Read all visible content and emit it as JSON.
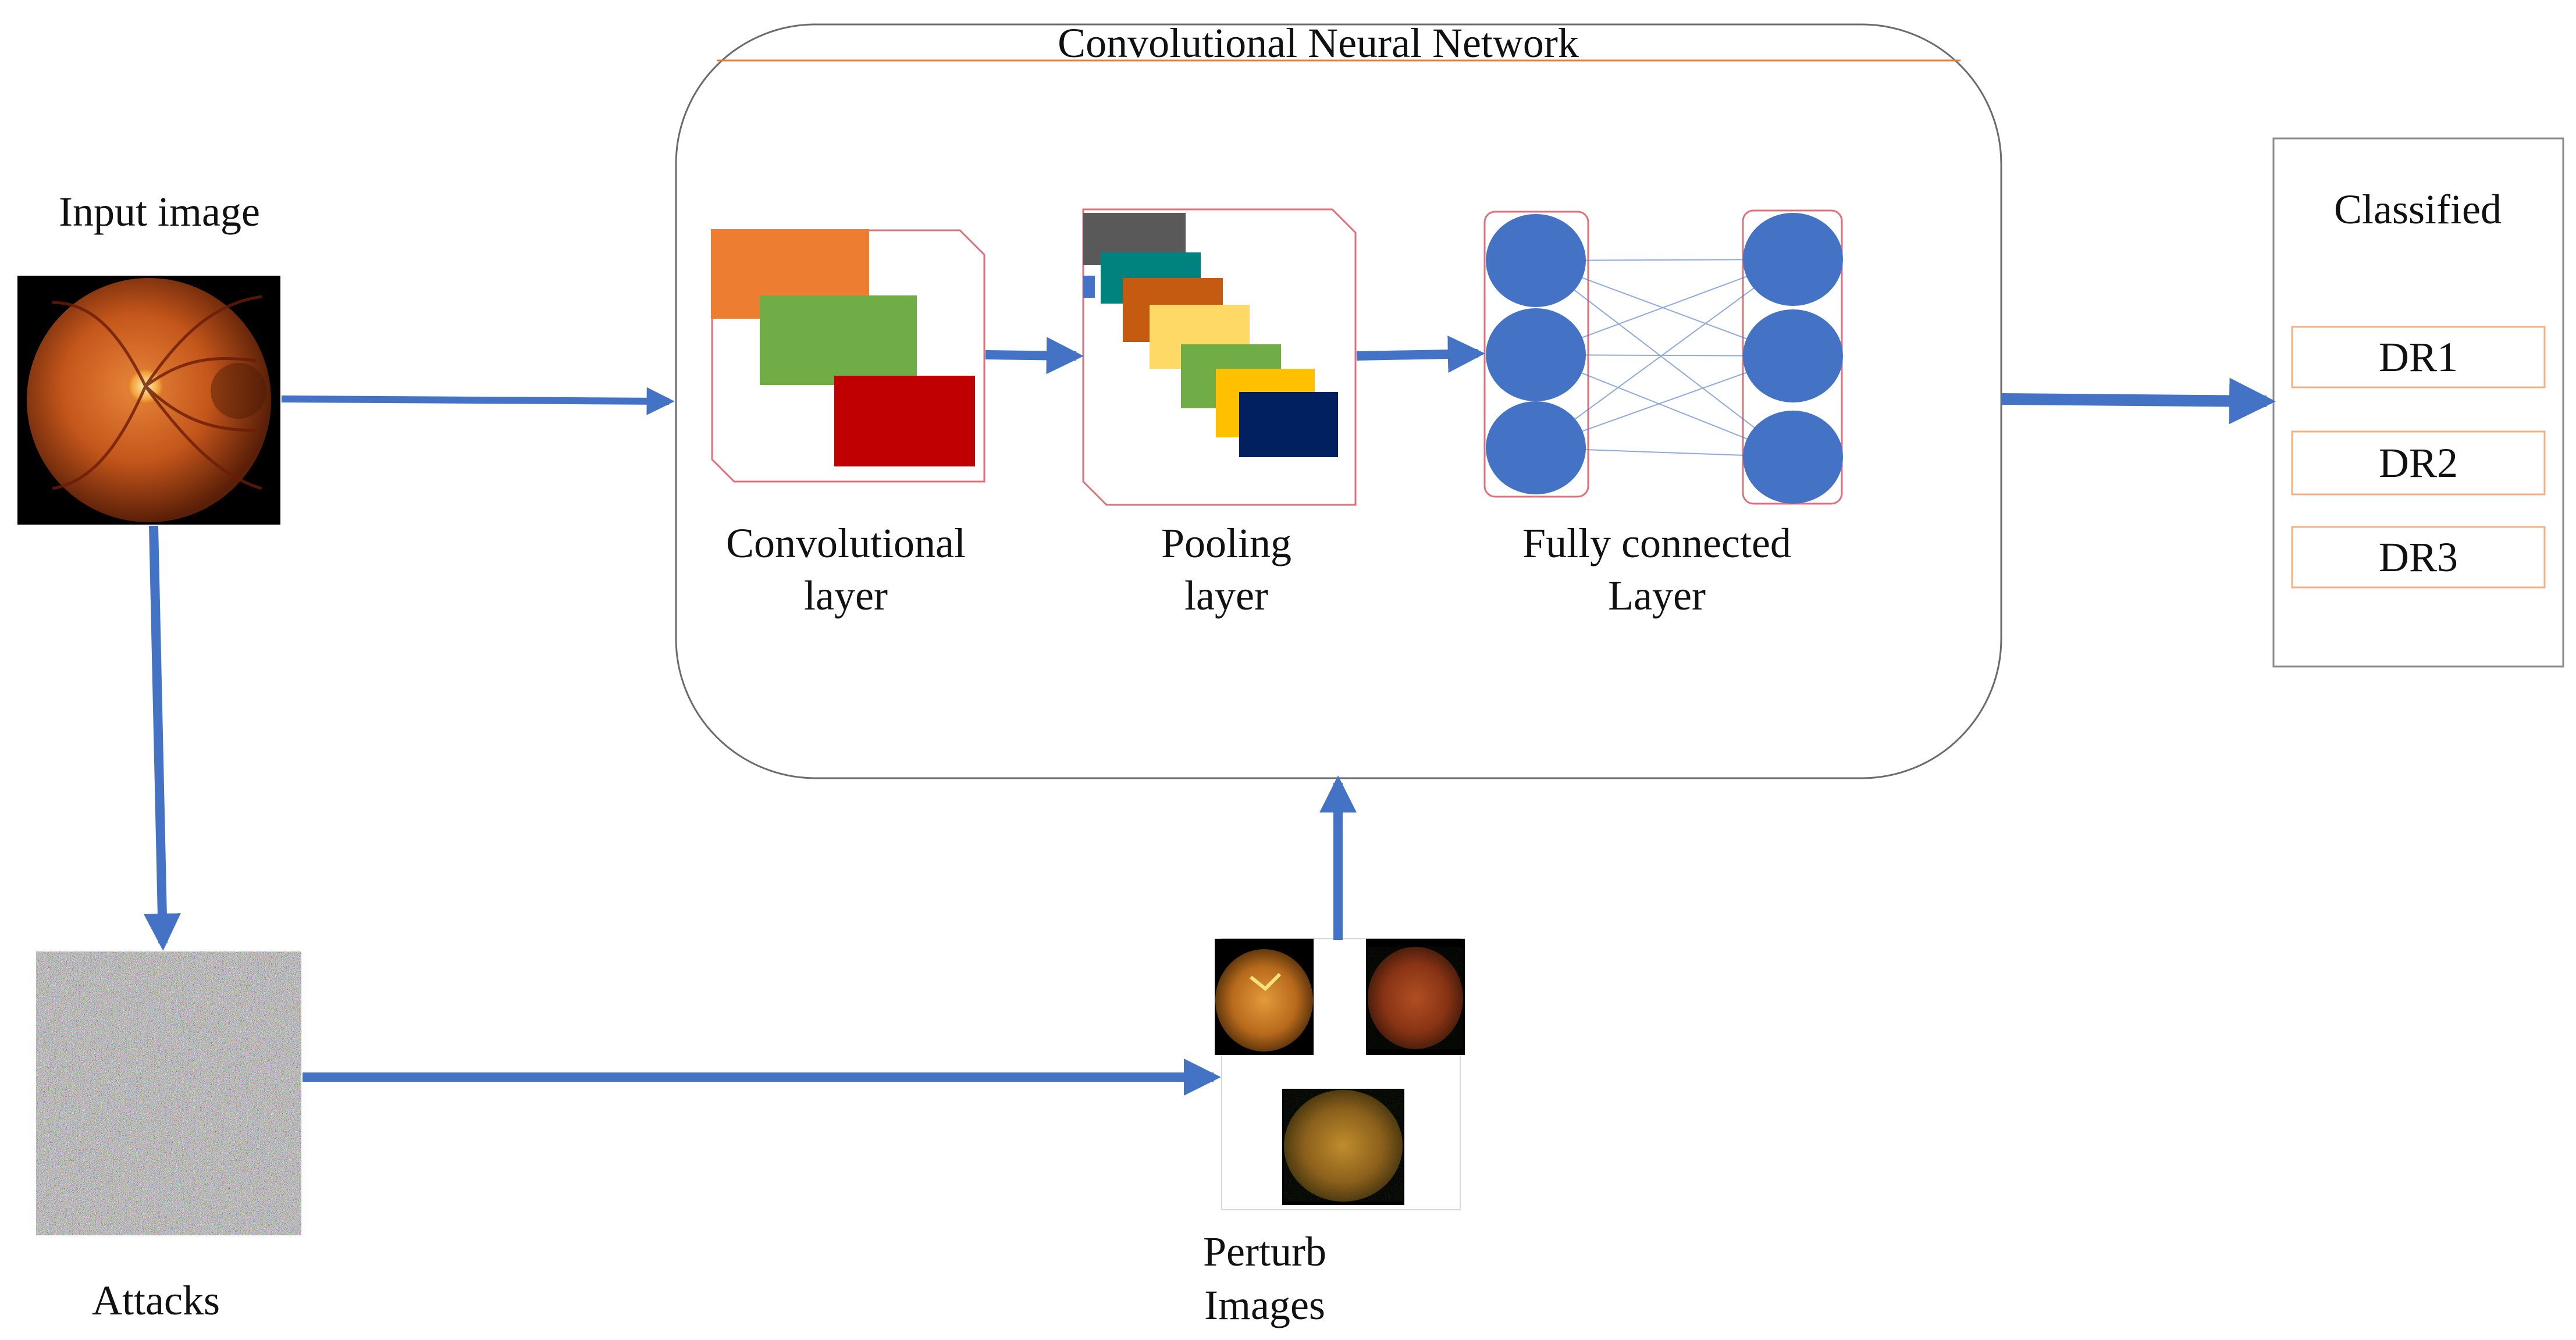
{
  "diagram": {
    "cnn_title": "Convolutional Neural Network",
    "input_label": "Input image",
    "conv_label": [
      "Convolutional",
      "layer"
    ],
    "pool_label": [
      "Pooling",
      "layer"
    ],
    "fc_label": [
      "Fully connected",
      "Layer"
    ],
    "classified_title": "Classified",
    "classes": [
      "DR1",
      "DR2",
      "DR3"
    ],
    "attacks_label": "Attacks",
    "perturb_label": [
      "Perturb",
      "Images"
    ]
  },
  "colors": {
    "arrow": "#4472c4",
    "node": "#4472c4",
    "outline_red": "#e0707a",
    "outline_orange": "#f2b183",
    "cnn_rule": "#ed7d31",
    "conv_fmaps": [
      "#ed7d31",
      "#70ad47",
      "#c00000"
    ],
    "pool_fmaps": [
      "#595959",
      "#00827f",
      "#c55a11",
      "#ffd966",
      "#70ad47",
      "#ffc000",
      "#002060"
    ]
  }
}
